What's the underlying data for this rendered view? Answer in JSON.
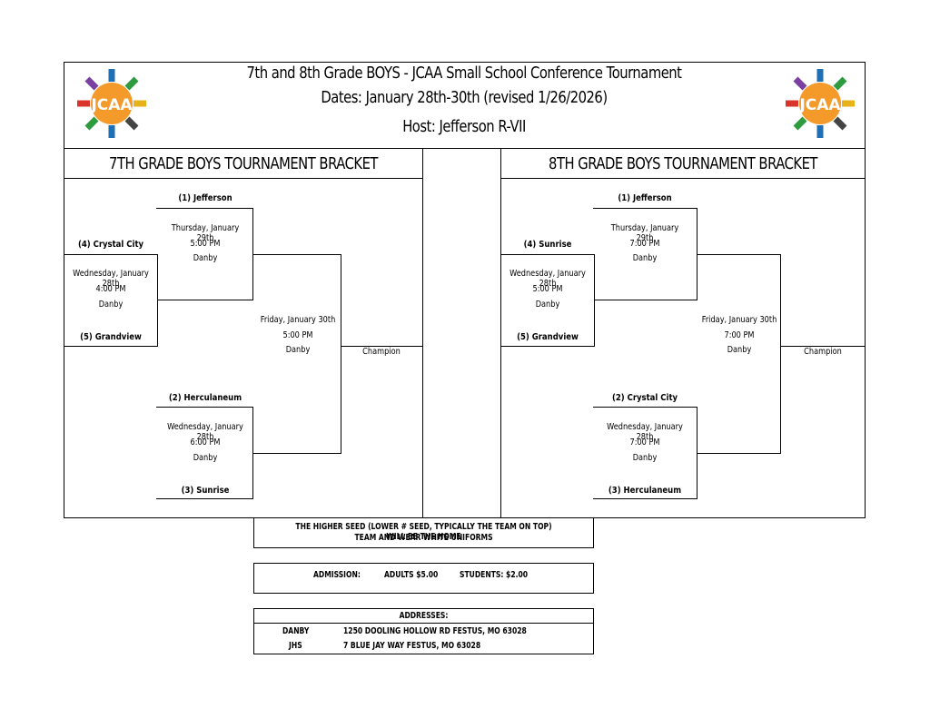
{
  "header": {
    "line1": "7th and 8th Grade BOYS - JCAA Small School Conference Tournament",
    "line2": "Dates: January 28th-30th (revised 1/26/2026)",
    "line3": "Host: Jefferson R-VII",
    "logo_text": "JCAA"
  },
  "brackets": [
    {
      "title": "7TH GRADE BOYS TOURNAMENT BRACKET",
      "seed1": "(1) Jefferson",
      "seed4": "(4) Crystal City",
      "seed5": "(5) Grandview",
      "seed2": "(2) Herculaneum",
      "seed3": "(3) Sunrise",
      "g1": {
        "day": "Wednesday, January 28th",
        "time": "4:00 PM",
        "site": "Danby"
      },
      "g2": {
        "day": "Thursday, January 29th",
        "time": "5:00 PM",
        "site": "Danby"
      },
      "g3": {
        "day": "Wednesday, January 28th",
        "time": "6:00 PM",
        "site": "Danby"
      },
      "g4": {
        "day": "Friday, January 30th",
        "time": "5:00 PM",
        "site": "Danby"
      },
      "champion": "Champion"
    },
    {
      "title": "8TH GRADE BOYS TOURNAMENT BRACKET",
      "seed1": "(1) Jefferson",
      "seed4": "(4) Sunrise",
      "seed5": "(5) Grandview",
      "seed2": "(2) Crystal City",
      "seed3": "(3) Herculaneum",
      "g1": {
        "day": "Wednesday, January 28th",
        "time": "5:00 PM",
        "site": "Danby"
      },
      "g2": {
        "day": "Thursday, January 29th",
        "time": "7:00 PM",
        "site": "Danby"
      },
      "g3": {
        "day": "Wednesday, January 28th",
        "time": "7:00 PM",
        "site": "Danby"
      },
      "g4": {
        "day": "Friday, January 30th",
        "time": "7:00 PM",
        "site": "Danby"
      },
      "champion": "Champion"
    }
  ],
  "notes": {
    "home_team_line1": "THE HIGHER SEED (LOWER # SEED, TYPICALLY THE TEAM ON TOP) WILL BE THE HOME",
    "home_team_line2": "TEAM AND WEAR WHITE UNIFORMS",
    "admission_label": "ADMISSION:",
    "adults": "ADULTS $5.00",
    "students": "STUDENTS: $2.00",
    "addresses_label": "ADDRESSES:",
    "addresses": [
      {
        "site": "DANBY",
        "address": "1250 DOOLING HOLLOW RD FESTUS, MO 63028"
      },
      {
        "site": "JHS",
        "address": "7 BLUE JAY WAY FESTUS, MO 63028"
      }
    ]
  }
}
